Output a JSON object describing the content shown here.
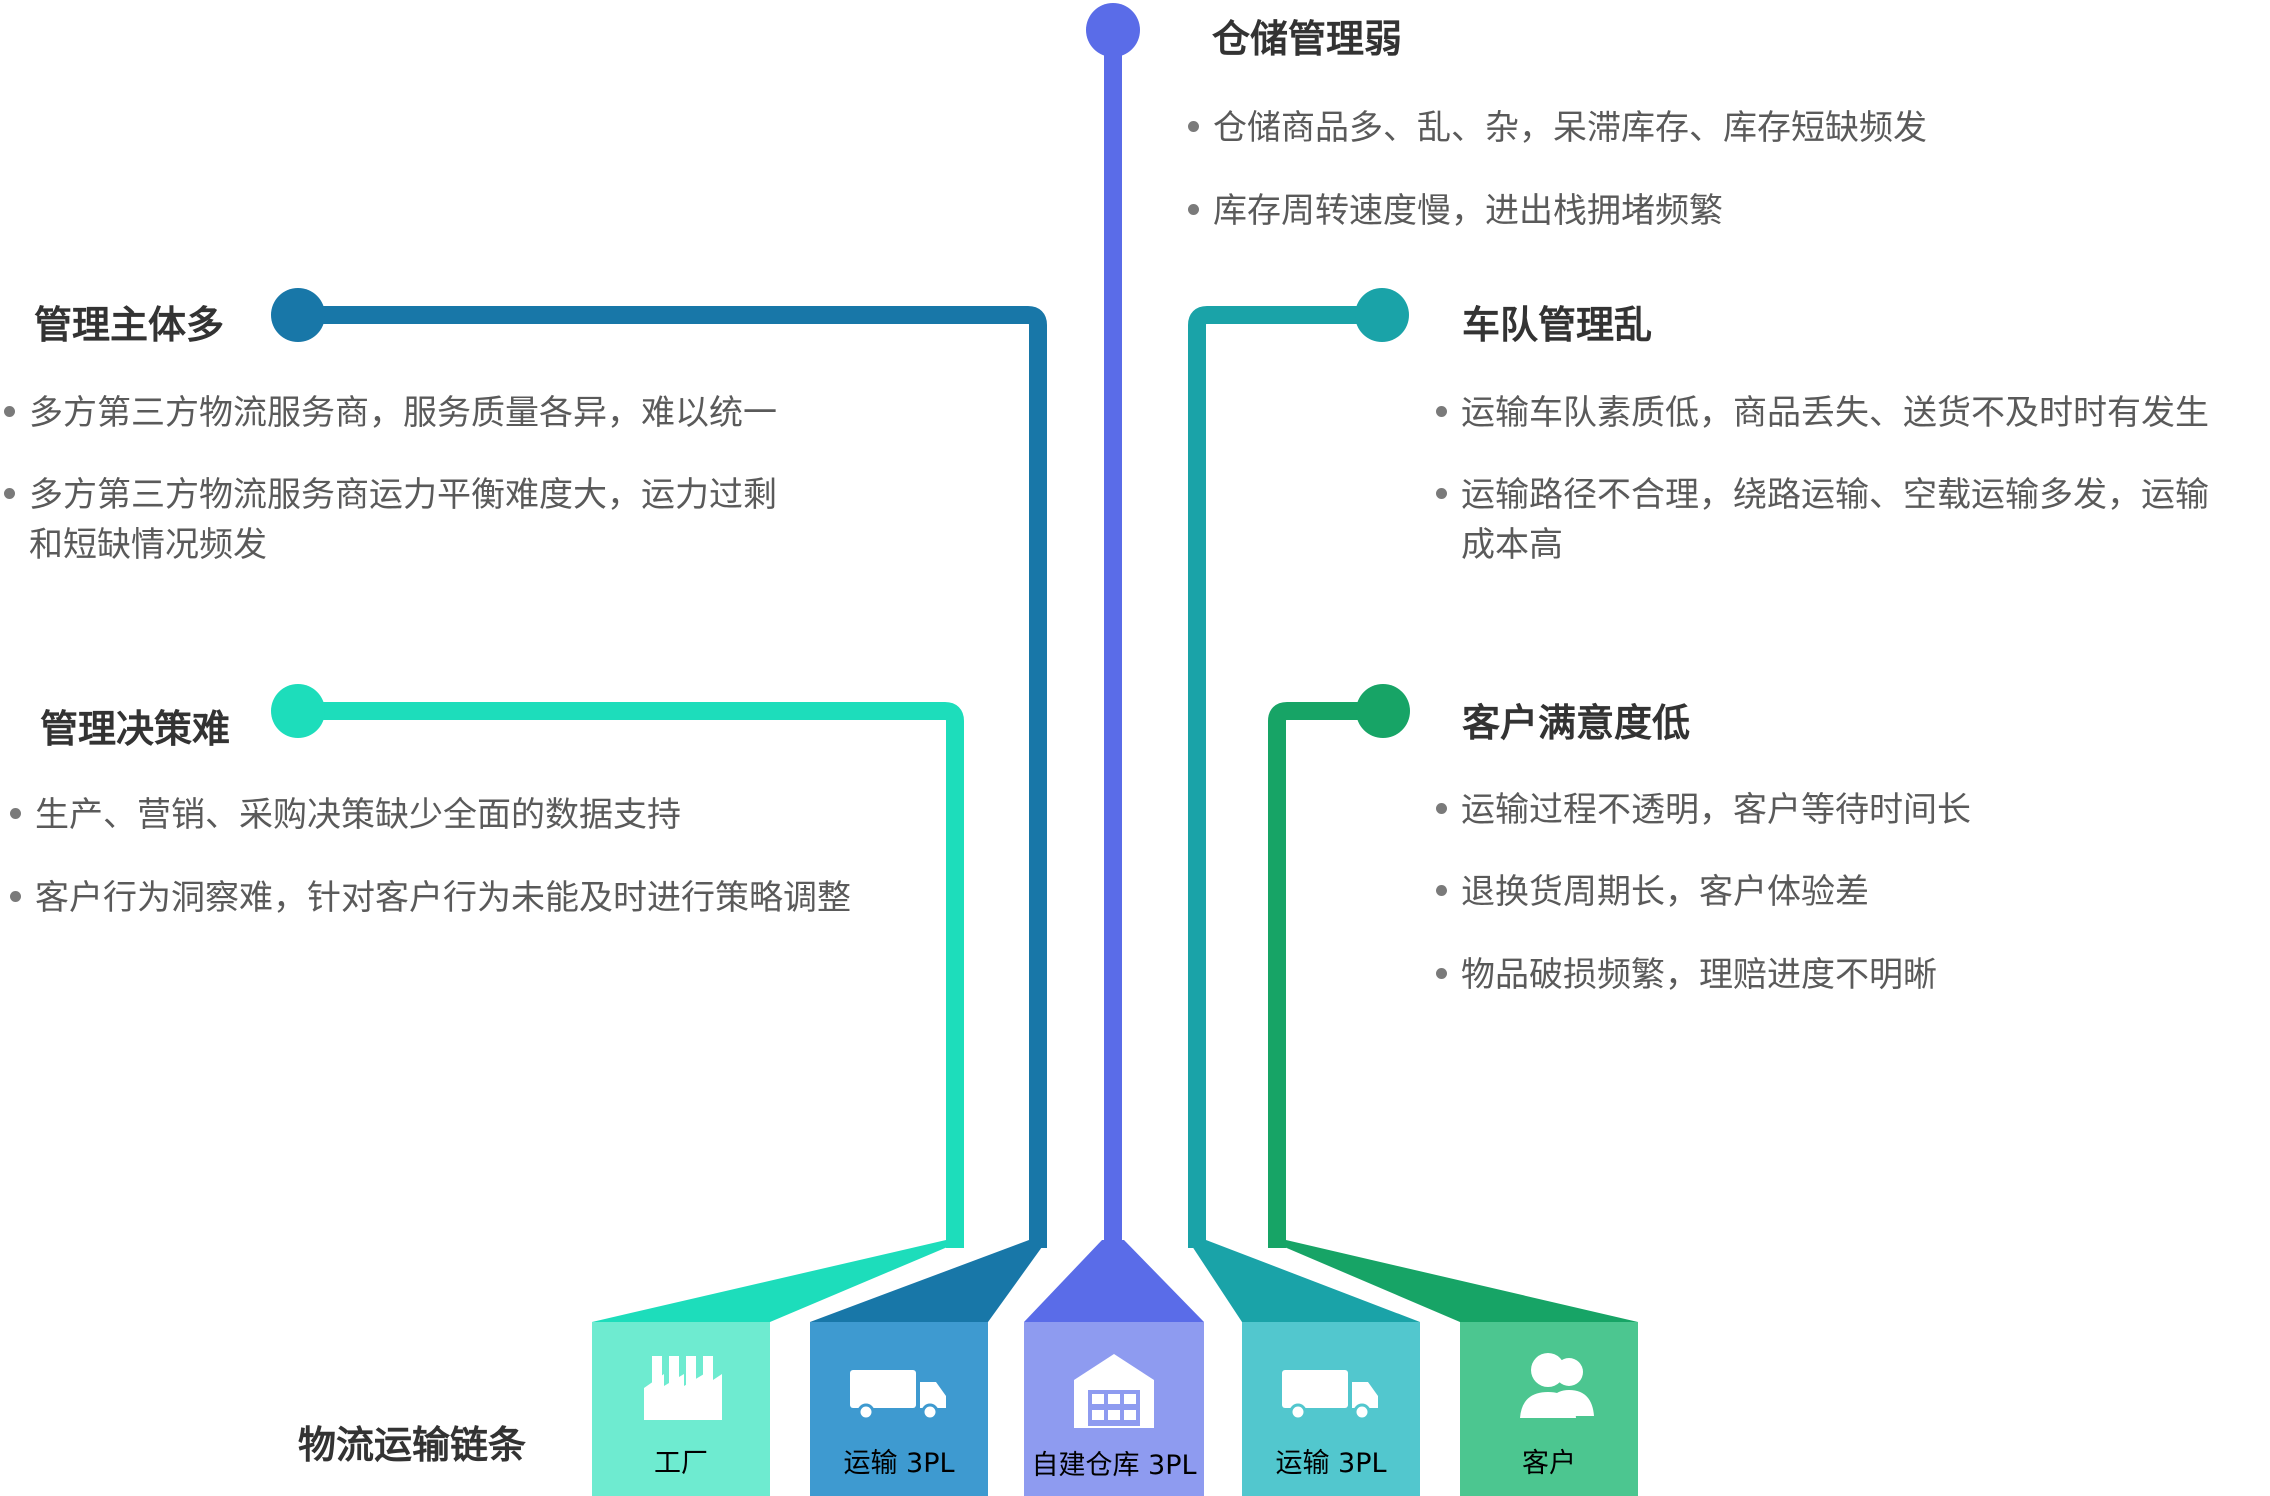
{
  "colors": {
    "warehouse": "#5A6CE8",
    "management": "#1877A8",
    "fleet": "#1AA3A8",
    "decision": "#1DDDBB",
    "customer": "#17A466",
    "text": "#5a5a5a",
    "title": "#333333"
  },
  "issues": {
    "warehouse": {
      "title": "仓储管理弱",
      "bullets": [
        "仓储商品多、乱、杂，呆滞库存、库存短缺频发",
        "库存周转速度慢，进出栈拥堵频繁"
      ]
    },
    "management": {
      "title": "管理主体多",
      "bullets": [
        "多方第三方物流服务商，服务质量各异，难以统一",
        "多方第三方物流服务商运力平衡难度大，运力过剩",
        "和短缺情况频发"
      ]
    },
    "fleet": {
      "title": "车队管理乱",
      "bullets": [
        "运输车队素质低，商品丢失、送货不及时时有发生",
        "运输路径不合理，绕路运输、空载运输多发，运输",
        "成本高"
      ]
    },
    "decision": {
      "title": "管理决策难",
      "bullets": [
        "生产、营销、采购决策缺少全面的数据支持",
        "客户行为洞察难，针对客户行为未能及时进行策略调整"
      ]
    },
    "customer": {
      "title": "客户满意度低",
      "bullets": [
        "运输过程不透明，客户等待时间长",
        "退换货周期长，客户体验差",
        "物品破损频繁，理赔进度不明晰"
      ]
    }
  },
  "chain": {
    "label": "物流运输链条",
    "nodes": [
      {
        "label": "工厂",
        "icon": "factory-icon"
      },
      {
        "label": "运输 3PL",
        "icon": "truck-icon"
      },
      {
        "label": "自建仓库 3PL",
        "icon": "warehouse-icon"
      },
      {
        "label": "运输 3PL",
        "icon": "truck-icon"
      },
      {
        "label": "客户",
        "icon": "users-icon"
      }
    ]
  }
}
